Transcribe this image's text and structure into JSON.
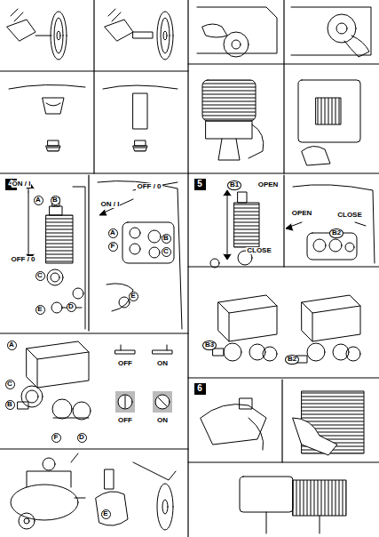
{
  "diagram": {
    "nodes": [
      {
        "text": [
          "4"
        ]
      },
      {
        "text": [
          "A"
        ]
      },
      {
        "text": [
          "B"
        ]
      },
      {
        "text": [
          "C"
        ]
      },
      {
        "text": [
          "D"
        ]
      },
      {
        "text": [
          "E"
        ]
      },
      {
        "text": [
          "A"
        ]
      },
      {
        "text": [
          "B"
        ]
      },
      {
        "text": [
          "F"
        ]
      },
      {
        "text": [
          "C"
        ]
      },
      {
        "text": [
          "E"
        ]
      },
      {
        "text": [
          "5"
        ]
      },
      {
        "text": [
          "B1"
        ]
      },
      {
        "text": [
          "B2"
        ]
      },
      {
        "text": [
          "B3"
        ]
      },
      {
        "text": [
          "B2"
        ]
      },
      {
        "text": [
          "A"
        ]
      },
      {
        "text": [
          "C"
        ]
      },
      {
        "text": [
          "B"
        ]
      },
      {
        "text": [
          "F"
        ]
      },
      {
        "text": [
          "D"
        ]
      },
      {
        "text": [
          "E"
        ]
      },
      {
        "text": [
          "6"
        ]
      }
    ],
    "labels": [
      "ON / I",
      "OFF / 0",
      "OFF / 0",
      "ON / I",
      "OPEN",
      "CLOSE",
      "OPEN",
      "CLOSE",
      "OFF",
      "ON",
      "OFF",
      "ON"
    ]
  }
}
